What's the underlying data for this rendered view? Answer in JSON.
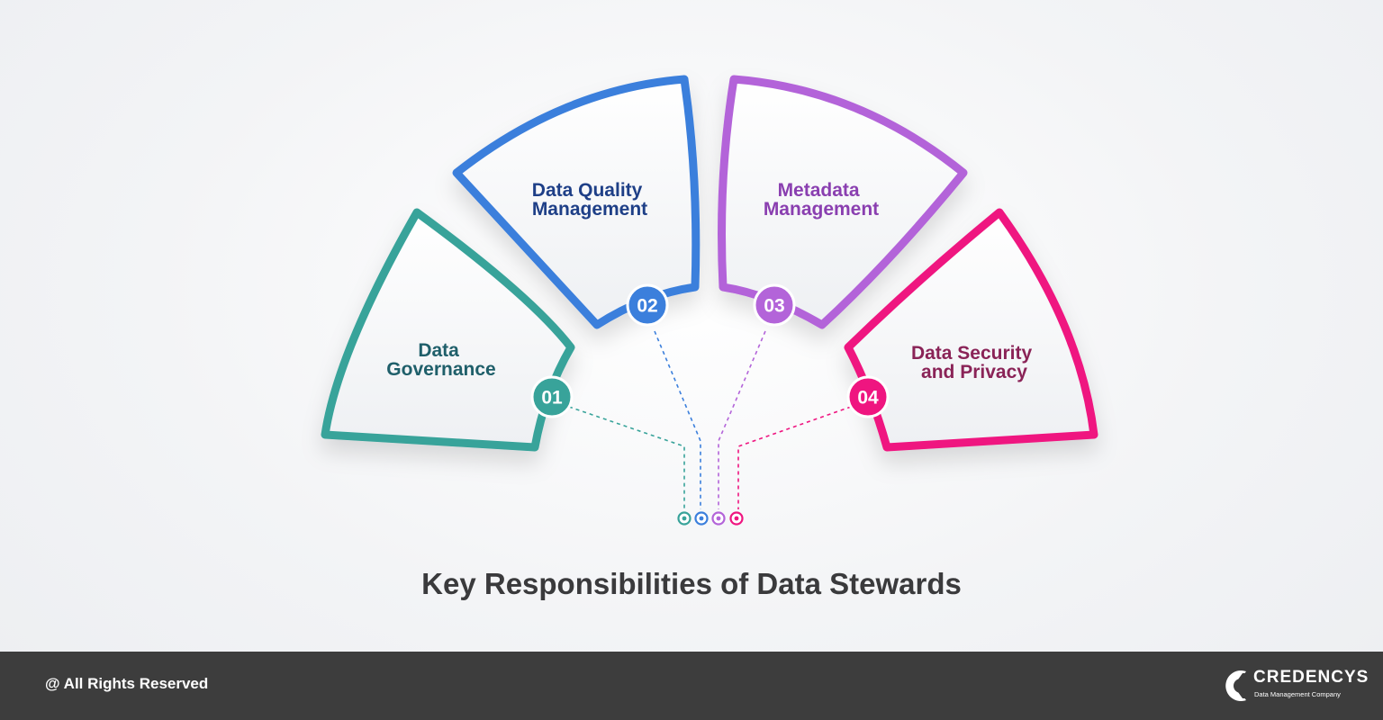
{
  "title": "Key Responsibilities of Data Stewards",
  "items": [
    {
      "number": "01",
      "line1": "Data",
      "line2": "Governance",
      "color": "#38a39a",
      "text_color": "#1f5f6a"
    },
    {
      "number": "02",
      "line1": "Data Quality",
      "line2": "Management",
      "color": "#3b7fdc",
      "text_color": "#1e3f87"
    },
    {
      "number": "03",
      "line1": "Metadata",
      "line2": "Management",
      "color": "#b364d9",
      "text_color": "#8a3fb0"
    },
    {
      "number": "04",
      "line1": "Data Security",
      "line2": "and Privacy",
      "color": "#ef1580",
      "text_color": "#8a2357"
    }
  ],
  "footer": {
    "rights": "@ All Rights Reserved",
    "brand_name": "CREDENCYS",
    "brand_tagline": "Data Management Company"
  }
}
